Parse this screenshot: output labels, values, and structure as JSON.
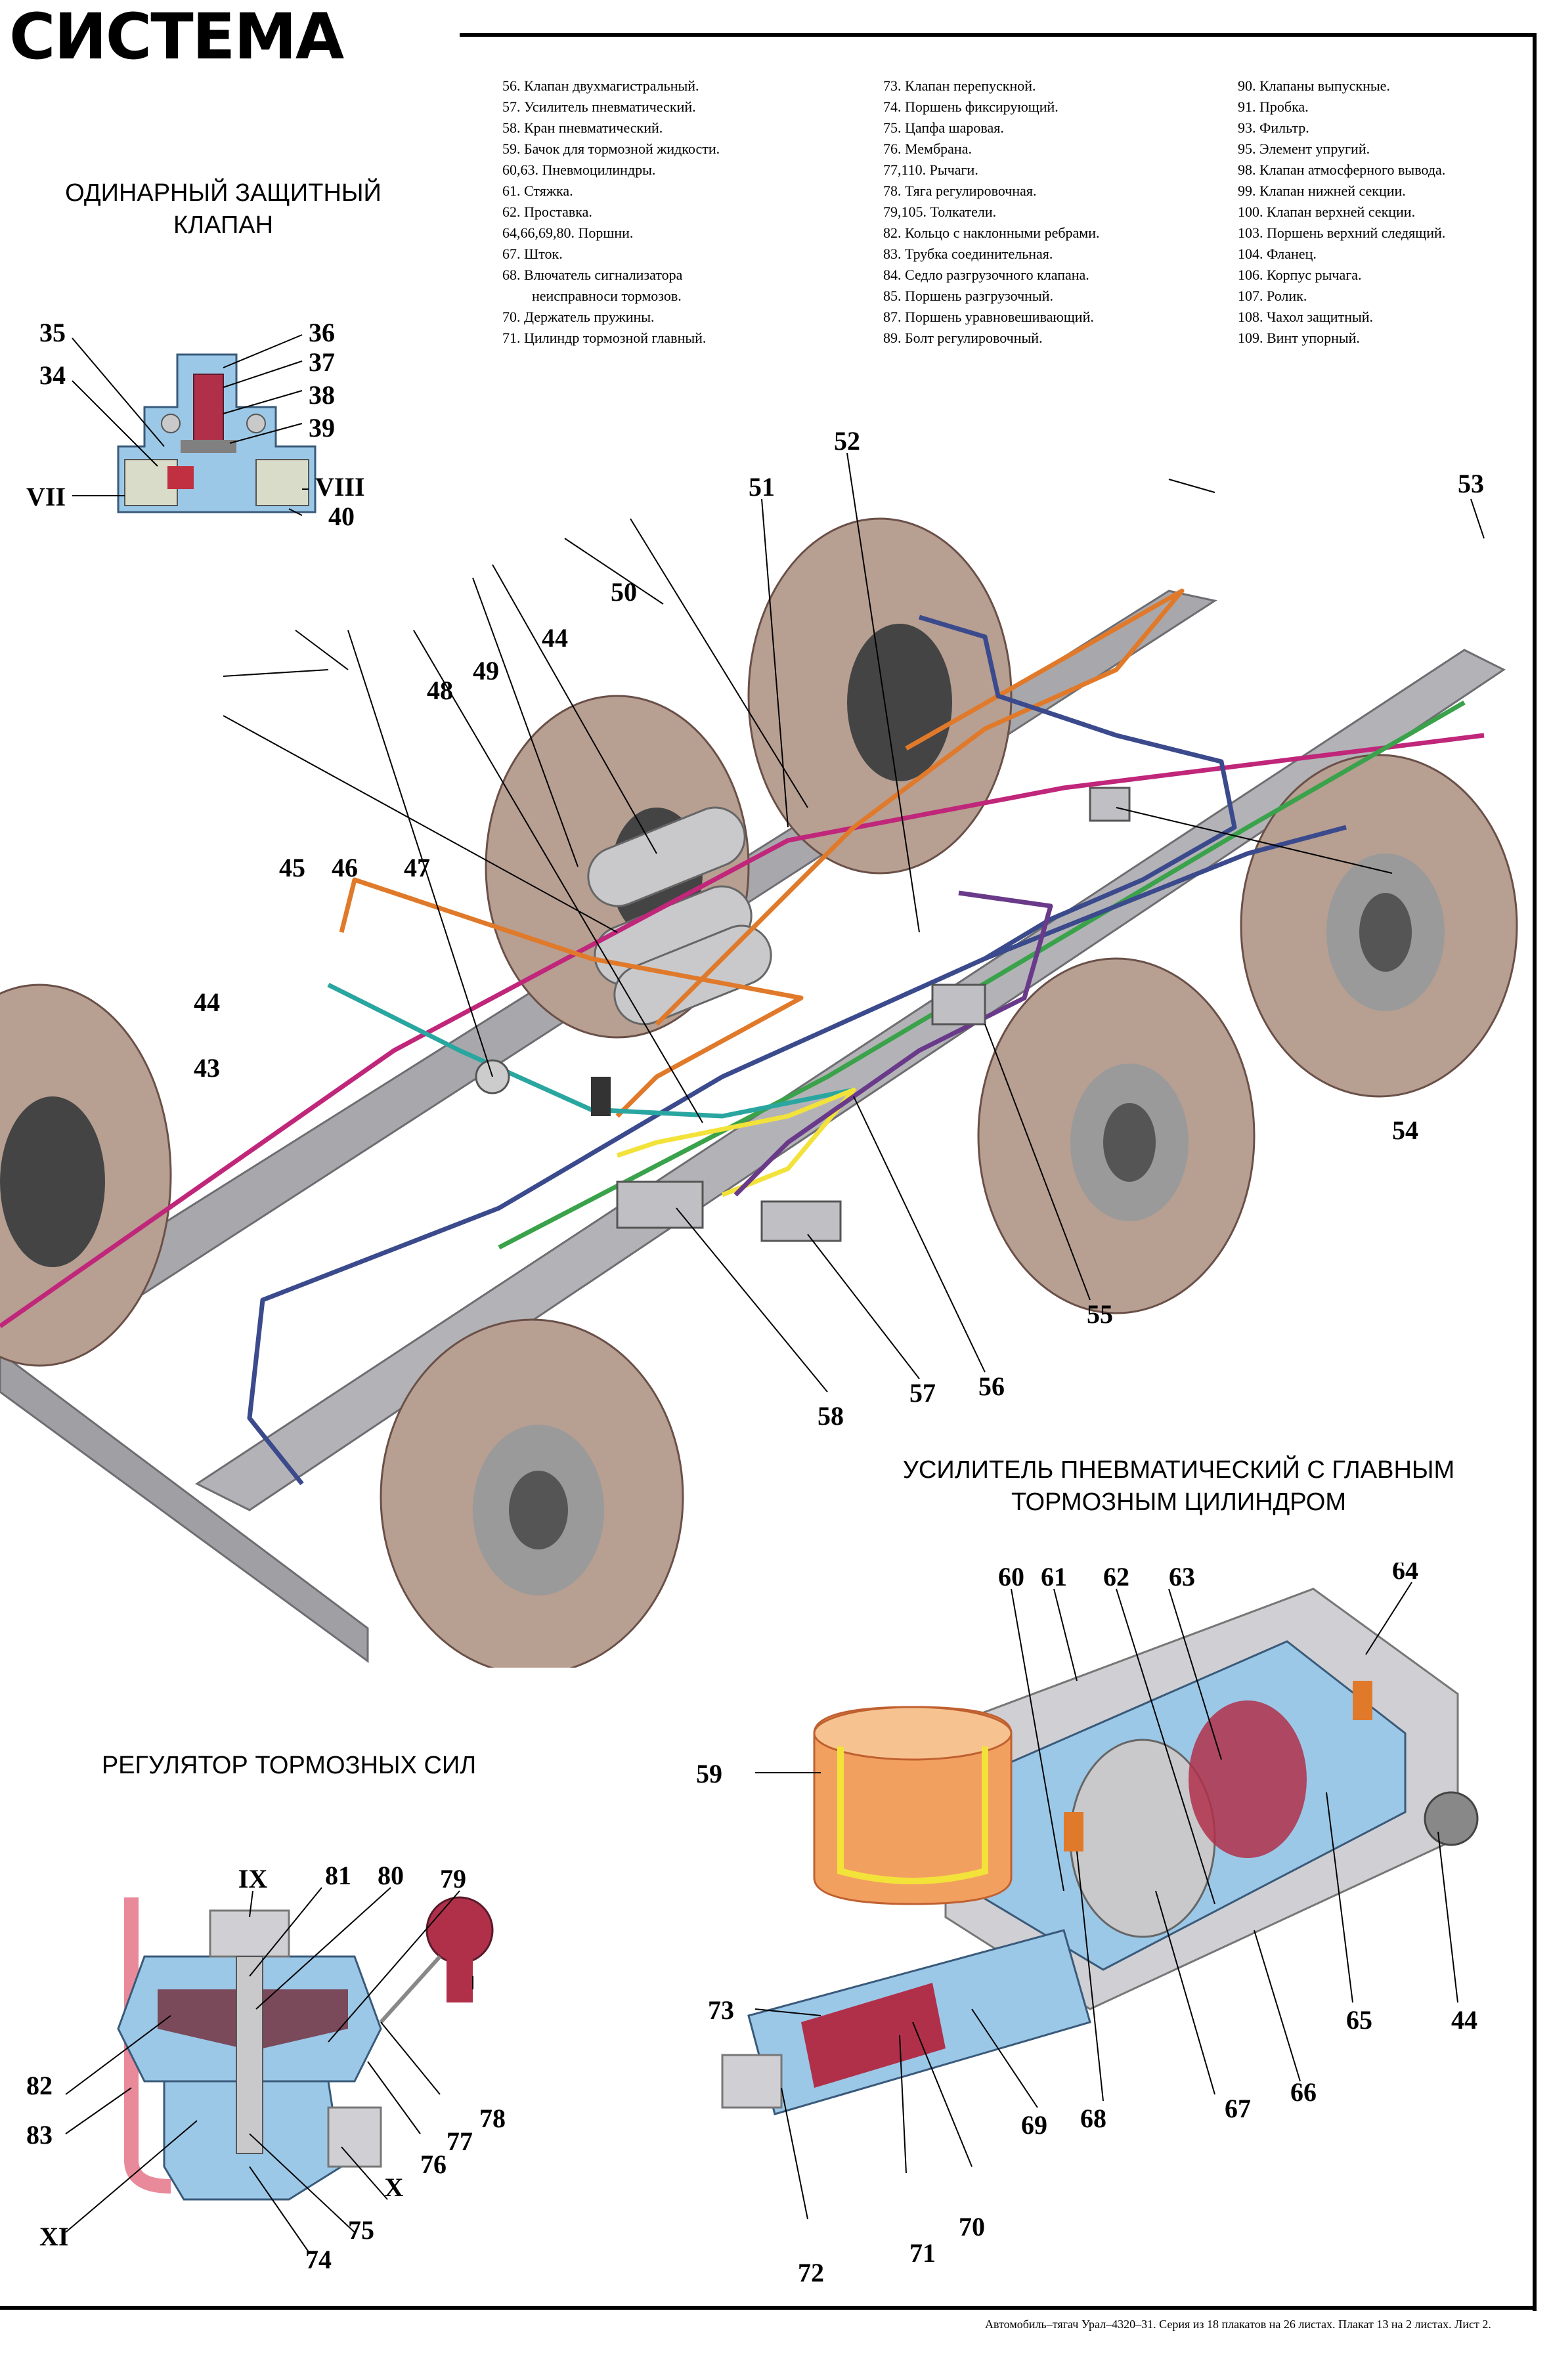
{
  "header": {
    "title": "СИСТЕМА"
  },
  "valve_section": {
    "title_line1": "ОДИНАРНЫЙ ЗАЩИТНЫЙ",
    "title_line2": "КЛАПАН"
  },
  "legend": {
    "col1": [
      "56. Клапан двухмагистральный.",
      "57. Усилитель пневматический.",
      "58. Кран пневматический.",
      "59. Бачок для тормозной жидкости.",
      "60,63. Пневмоцилиндры.",
      "61. Стяжка.",
      "62. Проставка.",
      "64,66,69,80. Поршни.",
      "67. Шток.",
      "68. Влючатель сигнализатора",
      "неисправноси тормозов.",
      "70. Держатель пружины.",
      "71. Цилиндр тормозной главный."
    ],
    "col2": [
      "73. Клапан перепускной.",
      "74. Поршень фиксирующий.",
      "75. Цапфа шаровая.",
      "76. Мембрана.",
      "77,110. Рычаги.",
      "78. Тяга регулировочная.",
      "79,105. Толкатели.",
      "82. Кольцо с наклонными ребрами.",
      "83. Трубка соединительная.",
      "84. Седло разгрузочного клапана.",
      "85. Поршень разгрузочный.",
      "87. Поршень уравновешивающий.",
      "89. Болт регулировочный."
    ],
    "col3": [
      "90. Клапаны выпускные.",
      "91. Пробка.",
      "93. Фильтр.",
      "95. Элемент упругий.",
      "98. Клапан атмосферного вывода.",
      "99. Клапан нижней секции.",
      "100. Клапан верхней секции.",
      "103. Поршень верхний следящий.",
      "104. Фланец.",
      "106. Корпус рычага.",
      "107. Ролик.",
      "108. Чахол защитный.",
      "109. Винт упорный."
    ]
  },
  "valve_labels": {
    "l35": "35",
    "l36": "36",
    "l34": "34",
    "l37": "37",
    "l38": "38",
    "l39": "39",
    "lVII": "VII",
    "lVIII": "VIII",
    "l40": "40"
  },
  "chassis_labels": {
    "l52": "52",
    "l51": "51",
    "l53": "53",
    "l50": "50",
    "l44a": "44",
    "l49": "49",
    "l48": "48",
    "l45": "45",
    "l46": "46",
    "l47": "47",
    "l44b": "44",
    "l43": "43",
    "l54": "54",
    "l55": "55",
    "l56": "56",
    "l57": "57",
    "l58": "58"
  },
  "booster_section": {
    "title_line1": "УСИЛИТЕЛЬ ПНЕВМАТИЧЕСКИЙ С ГЛАВНЫМ",
    "title_line2": "ТОРМОЗНЫМ ЦИЛИНДРОМ"
  },
  "booster_labels": {
    "l60": "60",
    "l61": "61",
    "l62": "62",
    "l63": "63",
    "l64": "64",
    "l59": "59",
    "l73": "73",
    "l65": "65",
    "l44": "44",
    "l66": "66",
    "l67": "67",
    "l68": "68",
    "l69": "69",
    "l70": "70",
    "l71": "71",
    "l72": "72"
  },
  "regulator_section": {
    "title": "РЕГУЛЯТОР ТОРМОЗНЫХ СИЛ"
  },
  "regulator_labels": {
    "lIX": "IX",
    "l81": "81",
    "l80": "80",
    "l79": "79",
    "l82": "82",
    "l78": "78",
    "l83": "83",
    "l77": "77",
    "l76": "76",
    "lX": "X",
    "l75": "75",
    "lXI": "XI",
    "l74": "74"
  },
  "footer": {
    "text": "Автомобиль–тягач Урал–4320–31. Серия из 18 плакатов на 26 листах. Плакат 13 на 2 листах. Лист 2."
  },
  "colors": {
    "tire": "#b79f92",
    "frame": "#a8a8ac",
    "pipe_blue": "#3b4a8c",
    "pipe_orange": "#e07a2a",
    "pipe_green": "#3aa24a",
    "pipe_magenta": "#c0267a",
    "pipe_teal": "#2aa6a0",
    "pipe_yellow": "#f2e23a",
    "pipe_purple": "#6a3a8a",
    "housing_blue": "#9cc8e8",
    "fluid_orange": "#f2a060",
    "cutaway_red": "#b0304a"
  }
}
